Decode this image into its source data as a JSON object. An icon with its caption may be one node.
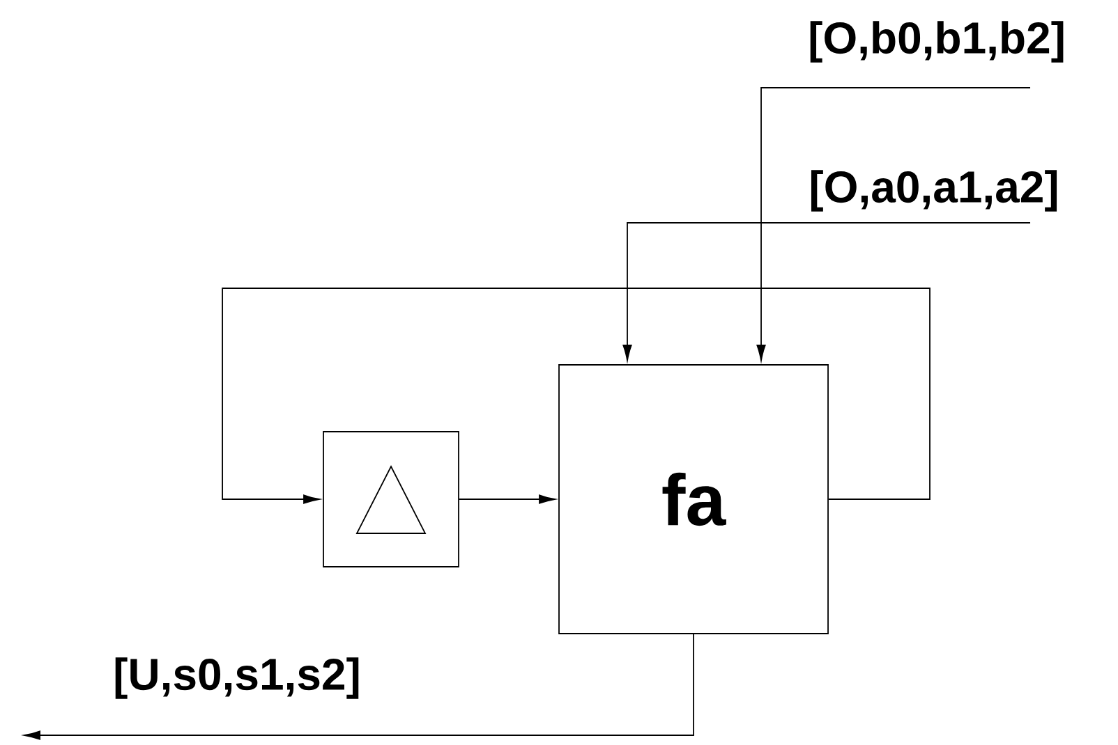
{
  "diagram": {
    "nodes": [
      {
        "text": [
          "fa"
        ]
      },
      {
        "text": [],
        "shape": "box"
      }
    ],
    "edges": [
      {
        "from": 0,
        "to": 1,
        "arrow": "to"
      },
      {
        "from": 1,
        "to": 0,
        "arrow": "to"
      },
      {
        "from": null,
        "to": 0,
        "arrow": "to",
        "label": "[O,b0,b1,b2]"
      },
      {
        "from": null,
        "to": 0,
        "arrow": "to",
        "label": "[O,a0,a1,a2]"
      },
      {
        "from": 0,
        "to": null,
        "arrow": "to",
        "label": "[U,s0,s1,s2]"
      }
    ]
  }
}
